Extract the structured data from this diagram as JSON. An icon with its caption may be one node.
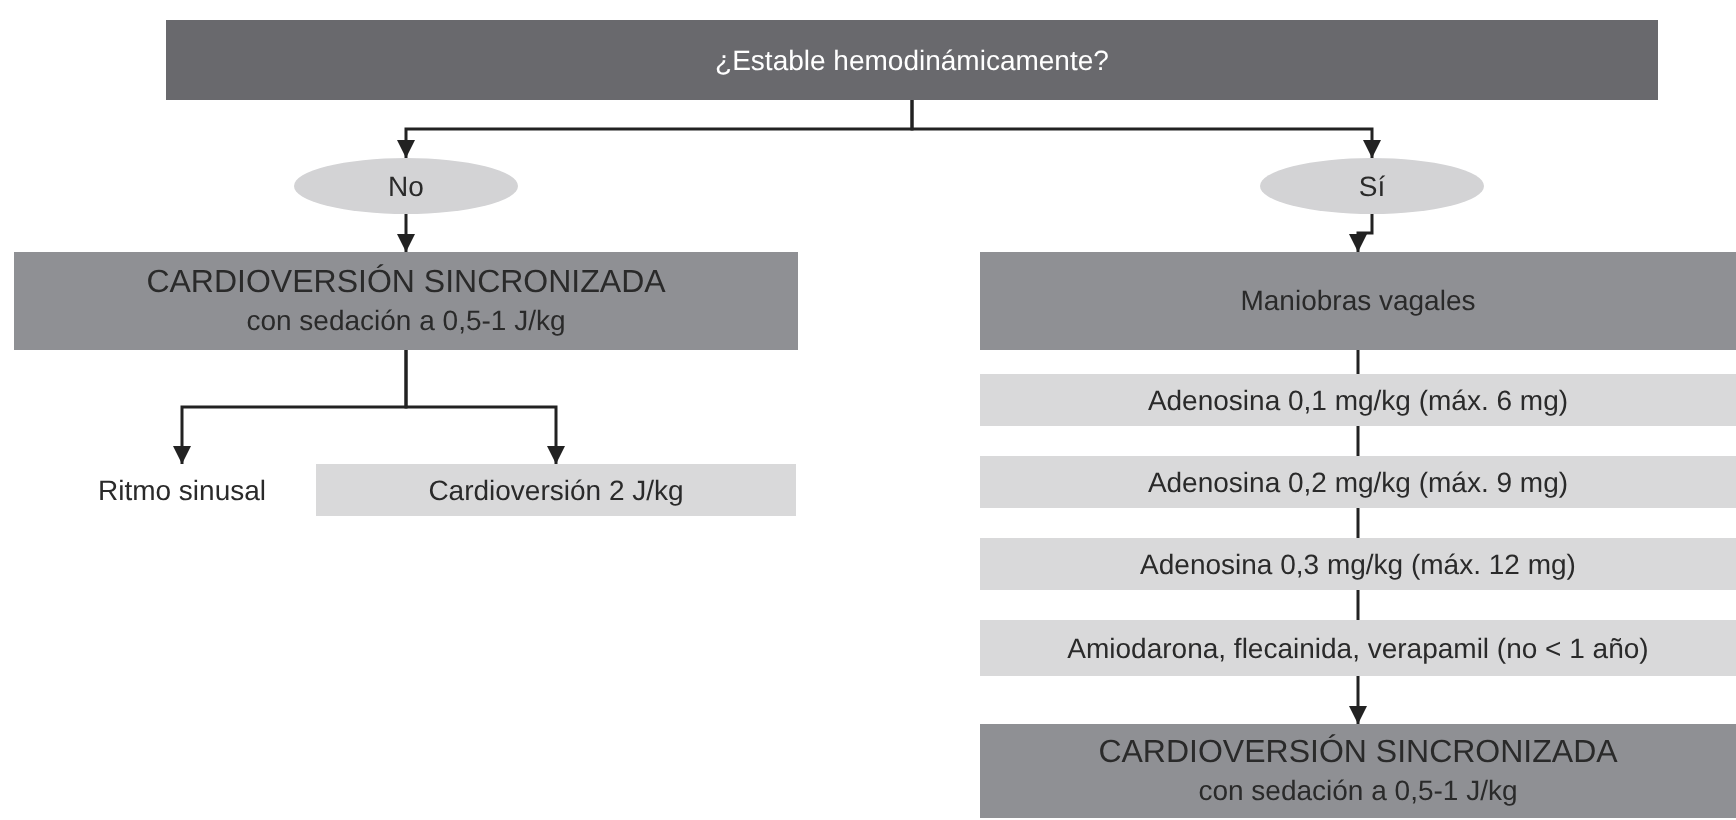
{
  "diagram": {
    "nodes": [
      {
        "text": [
          "¿Estable hemodinámicamente?"
        ]
      },
      {
        "text": [
          "No"
        ]
      },
      {
        "text": [
          "Sí"
        ]
      },
      {
        "text": [
          "CARDIOVERSIÓN SINCRONIZADA",
          "con sedación a 0,5-1 J/kg"
        ]
      },
      {
        "text": [
          "Ritmo sinusal"
        ]
      },
      {
        "text": [
          "Cardioversión 2 J/kg"
        ]
      },
      {
        "text": [
          "Maniobras vagales"
        ]
      },
      {
        "text": [
          "Adenosina 0,1 mg/kg (máx. 6 mg)"
        ]
      },
      {
        "text": [
          "Adenosina 0,2 mg/kg (máx. 9 mg)"
        ]
      },
      {
        "text": [
          "Adenosina 0,3 mg/kg (máx. 12 mg)"
        ]
      },
      {
        "text": [
          "Amiodarona, flecainida, verapamil (no < 1 año)"
        ]
      },
      {
        "text": [
          "CARDIOVERSIÓN SINCRONIZADA",
          "con sedación a 0,5-1 J/kg"
        ]
      }
    ],
    "edges": [
      {
        "from": 0,
        "to": 1,
        "arrow": "to"
      },
      {
        "from": 0,
        "to": 2,
        "arrow": "to"
      },
      {
        "from": 1,
        "to": 3,
        "arrow": "to"
      },
      {
        "from": 2,
        "to": 6,
        "arrow": "to"
      },
      {
        "from": 3,
        "to": 4,
        "arrow": "to"
      },
      {
        "from": 3,
        "to": 5,
        "arrow": "to"
      },
      {
        "from": 6,
        "to": 7,
        "arrow": "none"
      },
      {
        "from": 7,
        "to": 8,
        "arrow": "none"
      },
      {
        "from": 8,
        "to": 9,
        "arrow": "none"
      },
      {
        "from": 9,
        "to": 10,
        "arrow": "none"
      },
      {
        "from": 10,
        "to": 11,
        "arrow": "to"
      }
    ]
  }
}
